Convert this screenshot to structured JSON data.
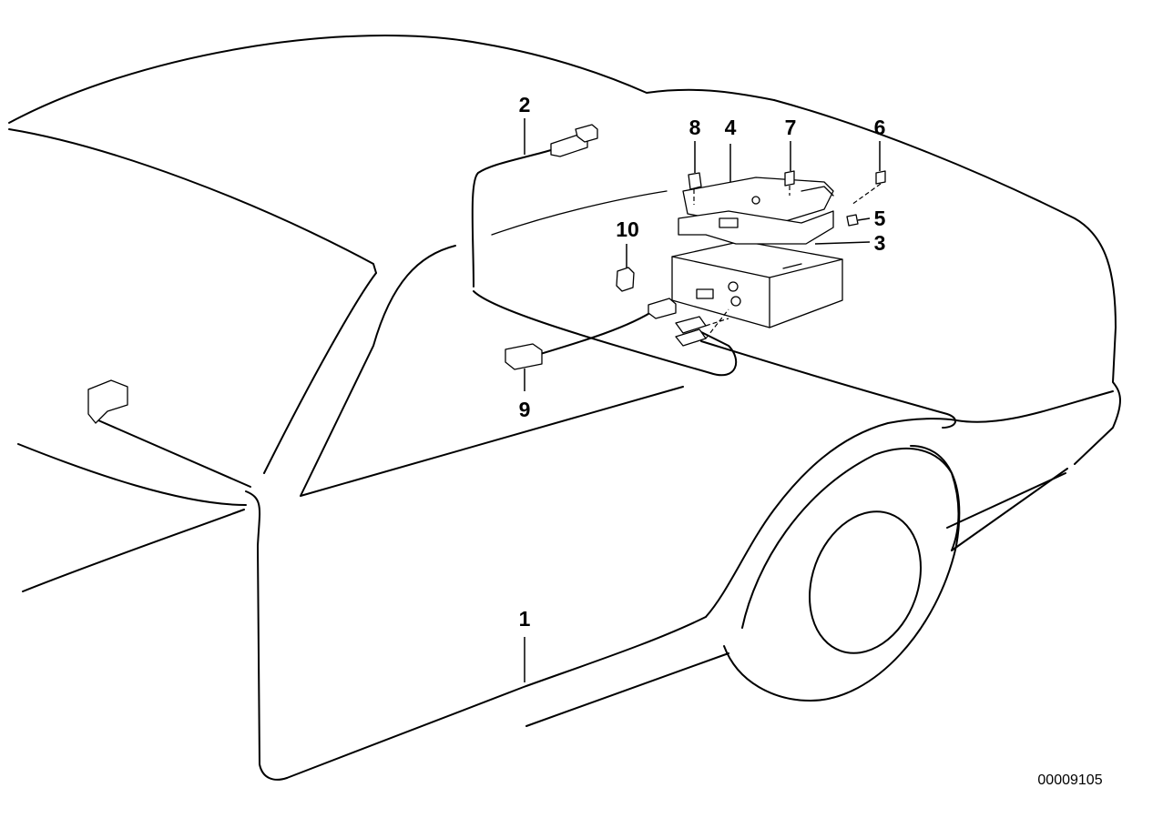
{
  "callouts": [
    {
      "id": "1",
      "label": "1"
    },
    {
      "id": "2",
      "label": "2"
    },
    {
      "id": "3",
      "label": "3"
    },
    {
      "id": "4",
      "label": "4"
    },
    {
      "id": "5",
      "label": "5"
    },
    {
      "id": "6",
      "label": "6"
    },
    {
      "id": "7",
      "label": "7"
    },
    {
      "id": "8",
      "label": "8"
    },
    {
      "id": "9",
      "label": "9"
    },
    {
      "id": "10",
      "label": "10"
    }
  ],
  "reference_number": "00009105"
}
